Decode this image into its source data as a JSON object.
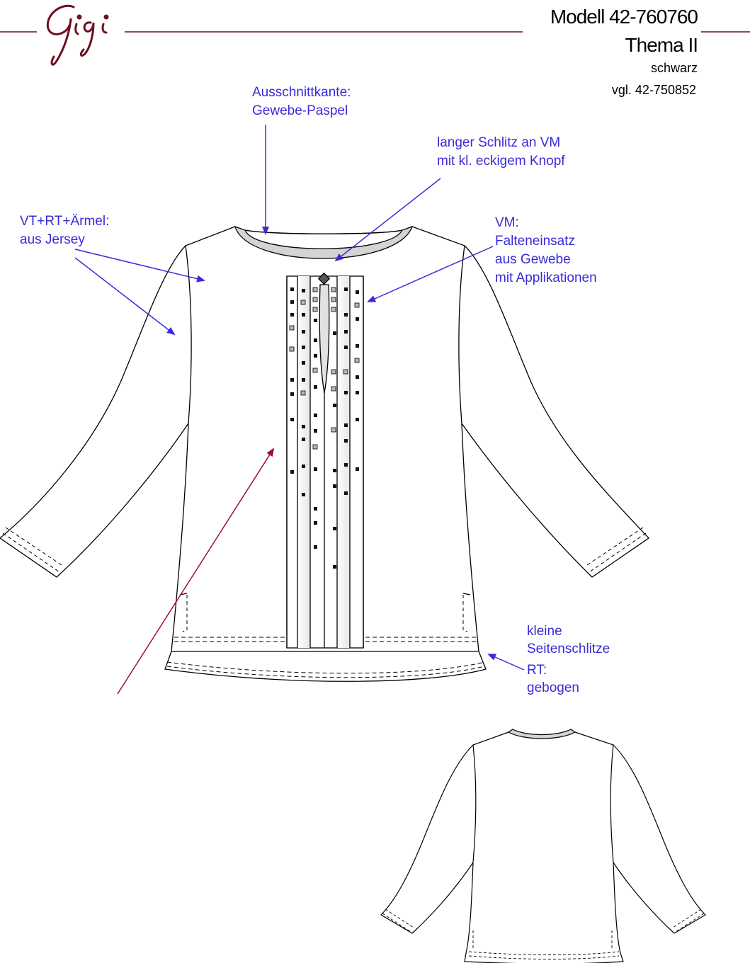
{
  "brand": {
    "logo_text": "Gigi",
    "logo_color": "#6b1020"
  },
  "header": {
    "model": "Modell 42-760760",
    "theme": "Thema II",
    "color": "schwarz",
    "reference": "vgl. 42-750852"
  },
  "annotations": {
    "neckline": [
      "Ausschnittkante:",
      "Gewebe-Paspel"
    ],
    "slit": [
      "langer Schlitz an VM",
      "mit kl. eckigem Knopf"
    ],
    "material": [
      "VT+RT+Ärmel:",
      "aus Jersey"
    ],
    "front_panel": [
      "VM:",
      "Falteneinsatz",
      "aus Gewebe",
      "mit Applikationen"
    ],
    "side_slits": [
      "kleine",
      "Seitenschlitze"
    ],
    "back_hem": [
      "RT:",
      "gebogen"
    ]
  },
  "colors": {
    "annotation_text": "#3a2bd8",
    "arrow_blue": "#3a2bd8",
    "arrow_red": "#9b1040",
    "outline": "#000000",
    "binding_gray": "#d4d4d4",
    "applique_gray": "#b8b8b8"
  }
}
